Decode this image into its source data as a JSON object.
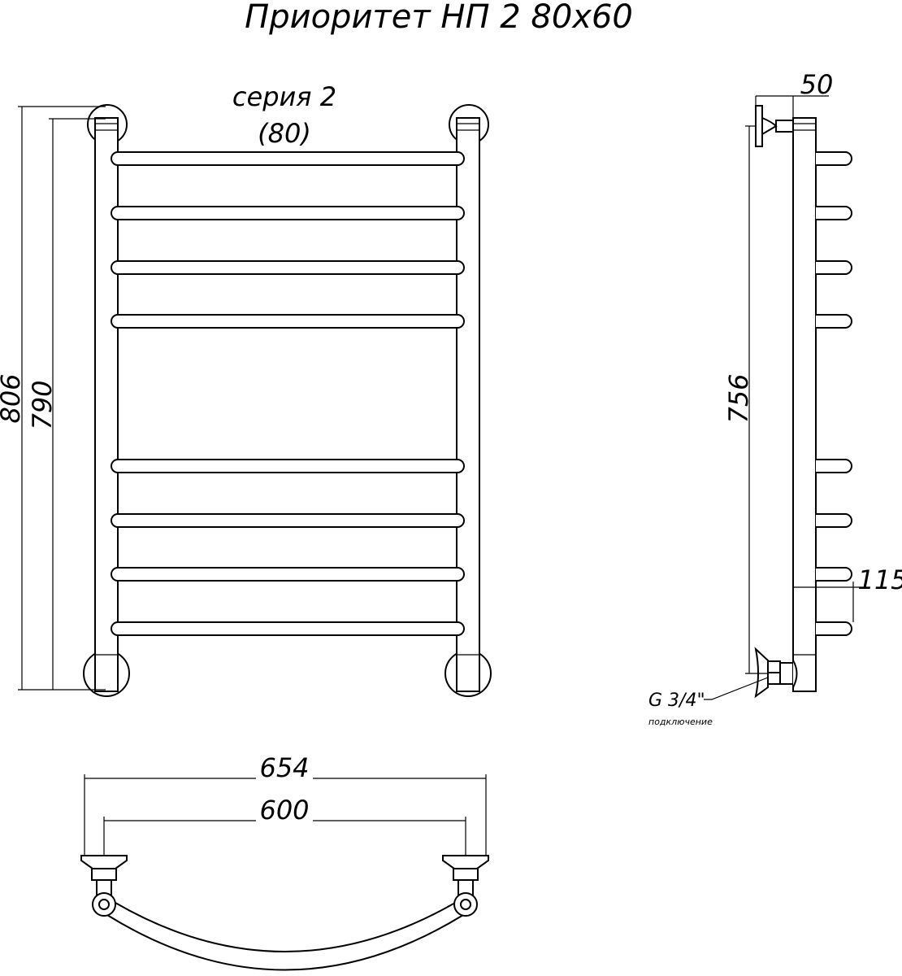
{
  "title": "Приоритет НП 2 80х60",
  "series_label": "серия 2",
  "series_code": "(80)",
  "dimensions": {
    "total_height": "806",
    "axis_height": "790",
    "side_axis_height": "756",
    "wall_offset": "50",
    "depth": "115",
    "total_width": "654",
    "axis_width": "600"
  },
  "connection": {
    "thread": "G 3/4\"",
    "label": "подключение"
  },
  "colors": {
    "dimension": "#e0401a",
    "line": "#000000"
  },
  "bar_count": 8
}
